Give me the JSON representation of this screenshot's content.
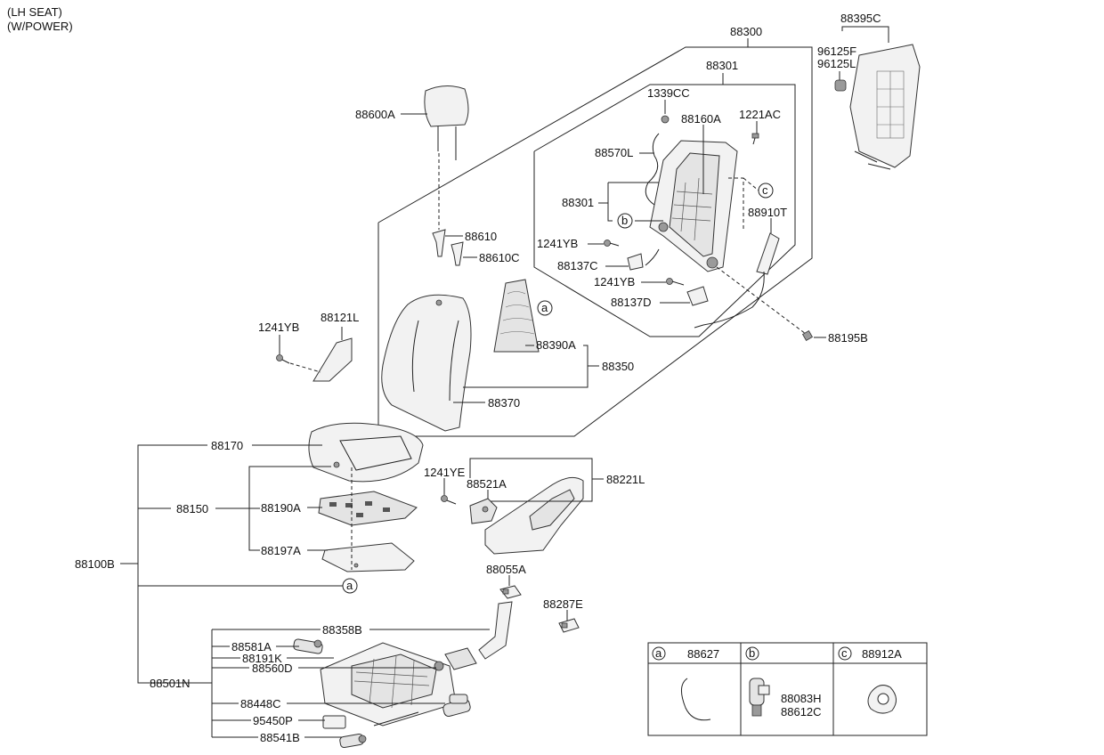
{
  "header": {
    "line1": "(LH SEAT)",
    "line2": "(W/POWER)"
  },
  "labels": {
    "p88300": "88300",
    "p88301_top": "88301",
    "p88301": "88301",
    "p88395C": "88395C",
    "p96125F": "96125F",
    "p96125L": "96125L",
    "p1339CC": "1339CC",
    "p88160A": "88160A",
    "p1221AC": "1221AC",
    "p88570L": "88570L",
    "p88910T": "88910T",
    "p1241YB_a": "1241YB",
    "p88137C": "88137C",
    "p1241YB_b": "1241YB",
    "p88137D": "88137D",
    "p88195B": "88195B",
    "p88600A": "88600A",
    "p88610": "88610",
    "p88610C": "88610C",
    "p88121L": "88121L",
    "p1241YB_c": "1241YB",
    "p88390A": "88390A",
    "p88350": "88350",
    "p88370": "88370",
    "p88170": "88170",
    "p88150": "88150",
    "p88190A": "88190A",
    "p88197A": "88197A",
    "p88100B": "88100B",
    "p1241YE": "1241YE",
    "p88521A": "88521A",
    "p88221L": "88221L",
    "p88055A": "88055A",
    "p88287E": "88287E",
    "p88358B": "88358B",
    "p88581A": "88581A",
    "p88191K": "88191K",
    "p88560D": "88560D",
    "p88501N": "88501N",
    "p88448C": "88448C",
    "p95450P": "95450P",
    "p88541B": "88541B"
  },
  "callouts": {
    "a": "a",
    "b": "b",
    "c": "c"
  },
  "legend": {
    "a": {
      "letter": "a",
      "part": "88627"
    },
    "b": {
      "letter": "b",
      "part1": "88083H",
      "part2": "88612C"
    },
    "c": {
      "letter": "c",
      "part": "88912A"
    }
  }
}
